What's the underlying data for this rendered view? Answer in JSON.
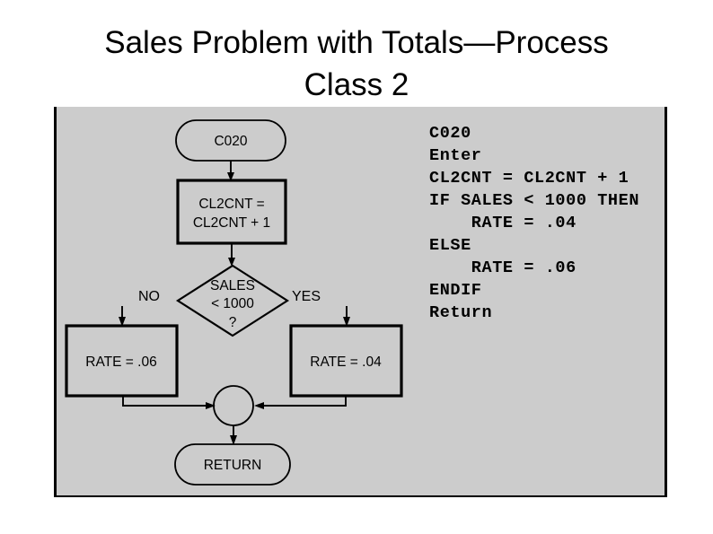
{
  "slide": {
    "title": "Sales Problem with Totals—Process\nClass 2",
    "panel_bg_color": "#cccccc",
    "ink_color": "#000000"
  },
  "flowchart": {
    "name": "process-class-2-flowchart",
    "nodes": [
      {
        "id": "start",
        "type": "terminator",
        "label": "C020"
      },
      {
        "id": "increment",
        "type": "process",
        "label": "CL2CNT =\nCL2CNT + 1",
        "line1": "CL2CNT =",
        "line2": "CL2CNT + 1"
      },
      {
        "id": "decision",
        "type": "decision",
        "label": "SALES\n< 1000\n?",
        "line1": "SALES",
        "line2": "< 1000",
        "line3": "?"
      },
      {
        "id": "rate-no",
        "type": "process",
        "label": "RATE = .06"
      },
      {
        "id": "rate-yes",
        "type": "process",
        "label": "RATE = .04"
      },
      {
        "id": "junction",
        "type": "connector",
        "label": ""
      },
      {
        "id": "return",
        "type": "terminator",
        "label": "RETURN"
      }
    ],
    "branch_labels": {
      "no": "NO",
      "yes": "YES"
    }
  },
  "pseudocode": {
    "lines": [
      "C020",
      "Enter",
      "CL2CNT = CL2CNT + 1",
      "IF SALES < 1000 THEN",
      "    RATE = .04",
      "ELSE",
      "    RATE = .06",
      "ENDIF",
      "Return"
    ],
    "text": "C020\nEnter\nCL2CNT = CL2CNT + 1\nIF SALES < 1000 THEN\n    RATE = .04\nELSE\n    RATE = .06\nENDIF\nReturn"
  }
}
